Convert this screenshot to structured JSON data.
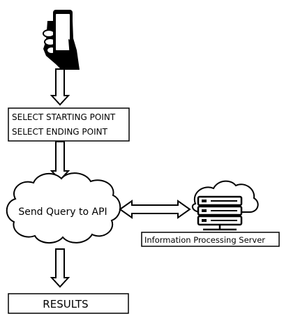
{
  "select_box": {
    "line1": "SELECT STARTING POINT",
    "line2": "SELECT ENDING POINT"
  },
  "cloud": {
    "label": "Send Query to API"
  },
  "server": {
    "label": "Information Processing Server"
  },
  "results": {
    "label": "RESULTS"
  },
  "icons": {
    "phone": "hand-holding-phone-icon",
    "server": "cloud-server-icon"
  }
}
